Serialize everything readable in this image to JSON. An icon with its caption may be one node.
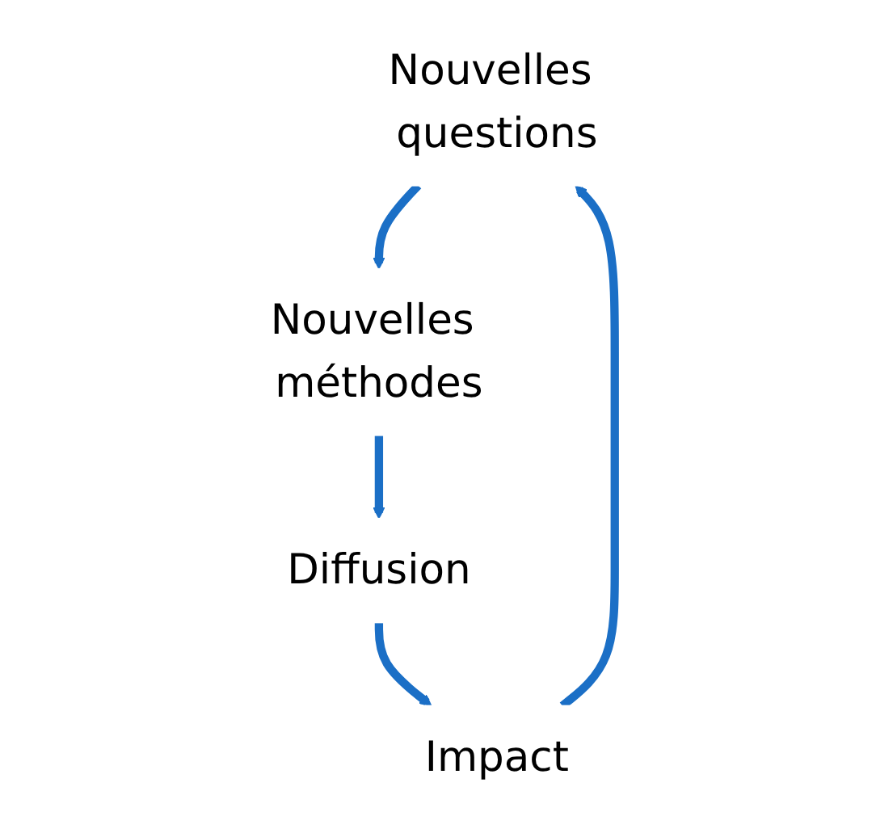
{
  "diagram": {
    "nodes": [
      {
        "text": [
          "Nouvelles questions"
        ]
      },
      {
        "text": [
          "Nouvelles méthodes"
        ]
      },
      {
        "text": [
          "Diffusion"
        ]
      },
      {
        "text": [
          "Impact"
        ]
      }
    ],
    "edges": [
      {
        "from": 0,
        "to": 1,
        "arrow": "to"
      },
      {
        "from": 1,
        "to": 2,
        "arrow": "to"
      },
      {
        "from": 2,
        "to": 3,
        "arrow": "to"
      },
      {
        "from": 3,
        "to": 0,
        "arrow": "to"
      }
    ]
  }
}
